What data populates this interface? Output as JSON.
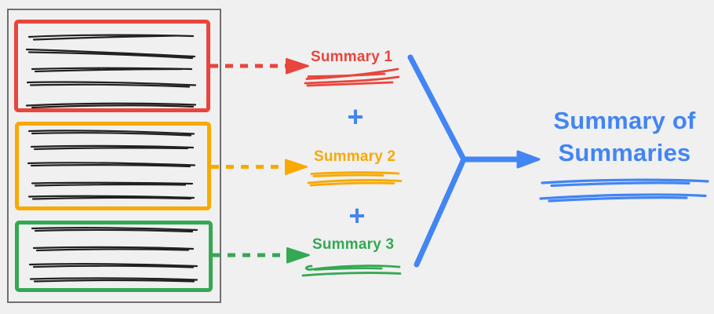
{
  "colors": {
    "background": "#F0F0F0",
    "document_border": "#6F6F6F",
    "ink": "#212121",
    "chunk1": "#E8453C",
    "chunk2": "#F9A902",
    "chunk3": "#34A853",
    "accent": "#4285F4"
  },
  "document": {
    "chunks": [
      {
        "id": 1,
        "color": "#E8453C",
        "text_lines": 5
      },
      {
        "id": 2,
        "color": "#F9A902",
        "text_lines": 5
      },
      {
        "id": 3,
        "color": "#34A853",
        "text_lines": 4
      }
    ]
  },
  "labels": {
    "summary_1": "Summary 1",
    "plus_1": "+",
    "summary_2": "Summary 2",
    "plus_2": "+",
    "summary_3": "Summary 3",
    "final_summary": "Summary of Summaries"
  }
}
